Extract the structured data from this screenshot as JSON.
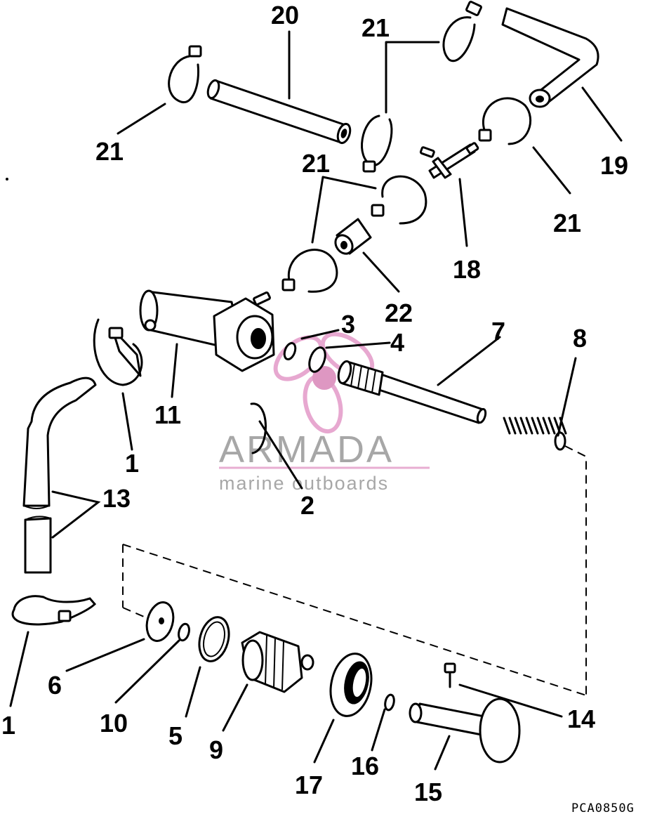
{
  "diagram": {
    "code": "PCA0850G",
    "watermark": {
      "brand": "ARMADA",
      "tagline": "marine outboards"
    },
    "callouts": {
      "n1a": "1",
      "n1b": "1",
      "n2": "2",
      "n3": "3",
      "n4": "4",
      "n5": "5",
      "n6": "6",
      "n7": "7",
      "n8": "8",
      "n9": "9",
      "n10": "10",
      "n11": "11",
      "n13": "13",
      "n14": "14",
      "n15": "15",
      "n16": "16",
      "n17": "17",
      "n18": "18",
      "n19": "19",
      "n20": "20",
      "n21a": "21",
      "n21b": "21",
      "n21c": "21",
      "n21d": "21",
      "n22": "22"
    }
  }
}
